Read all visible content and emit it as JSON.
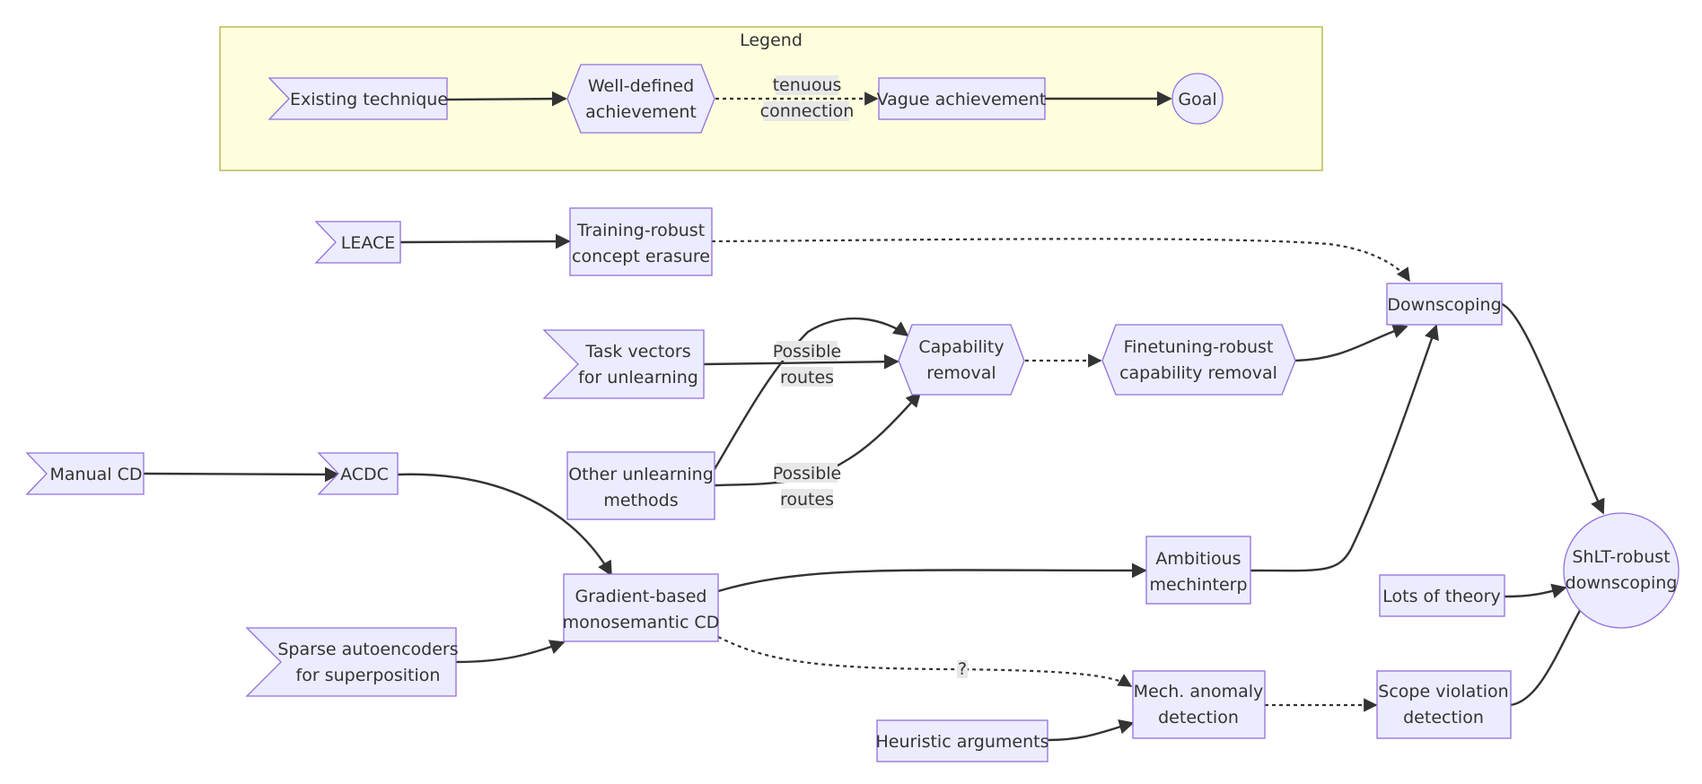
{
  "legend": {
    "title": "Legend",
    "existing": "Existing technique",
    "well_defined": [
      "Well-defined",
      "achievement"
    ],
    "tenuous": [
      "tenuous",
      "connection"
    ],
    "vague": "Vague achievement",
    "goal": "Goal"
  },
  "nodes": {
    "leace": "LEACE",
    "training_robust": [
      "Training-robust",
      "concept erasure"
    ],
    "downscoping": "Downscoping",
    "task_vectors": [
      "Task vectors",
      "for unlearning"
    ],
    "capability_removal": [
      "Capability",
      "removal"
    ],
    "finetuning_robust": [
      "Finetuning-robust",
      "capability removal"
    ],
    "manual_cd": "Manual CD",
    "acdc": "ACDC",
    "other_unlearning": [
      "Other unlearning",
      "methods"
    ],
    "ambitious": [
      "Ambitious",
      "mechinterp"
    ],
    "shlt": [
      "ShLT-robust",
      "downscoping"
    ],
    "gradient_based": [
      "Gradient-based",
      "monosemantic CD"
    ],
    "lots_of_theory": "Lots of theory",
    "sparse_ae": [
      "Sparse autoencoders",
      "for superposition"
    ],
    "mech_anomaly": [
      "Mech. anomaly",
      "detection"
    ],
    "scope_violation": [
      "Scope violation",
      "detection"
    ],
    "heuristic": "Heuristic arguments"
  },
  "edge_labels": {
    "possible_routes_1": [
      "Possible",
      "routes"
    ],
    "possible_routes_2": [
      "Possible",
      "routes"
    ],
    "question": "?"
  },
  "colors": {
    "node_fill": "#ECECFF",
    "node_stroke": "#9370DB",
    "legend_fill": "#ffffde",
    "legend_stroke": "#aaaa33",
    "edge": "#333333"
  }
}
